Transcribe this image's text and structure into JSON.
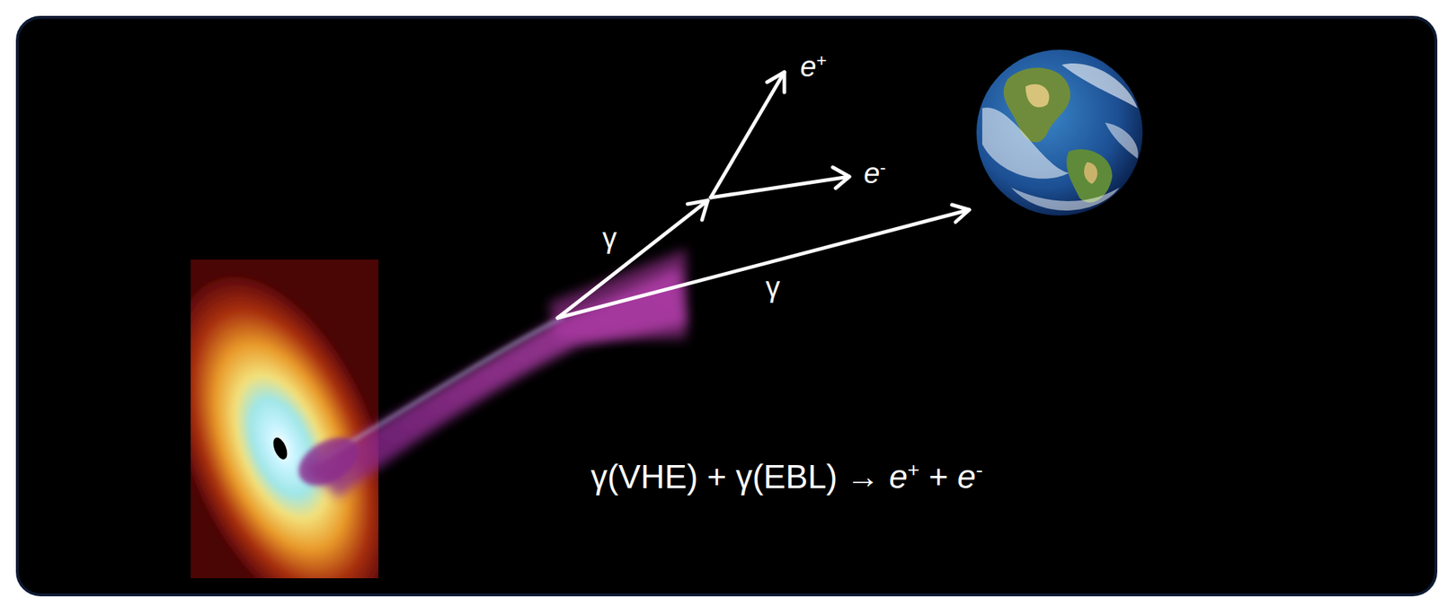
{
  "diagram": {
    "labels": [
      "e+",
      "e-",
      "γ",
      "γ",
      "γ(VHE) + γ(EBL) → e+ + e-"
    ]
  }
}
